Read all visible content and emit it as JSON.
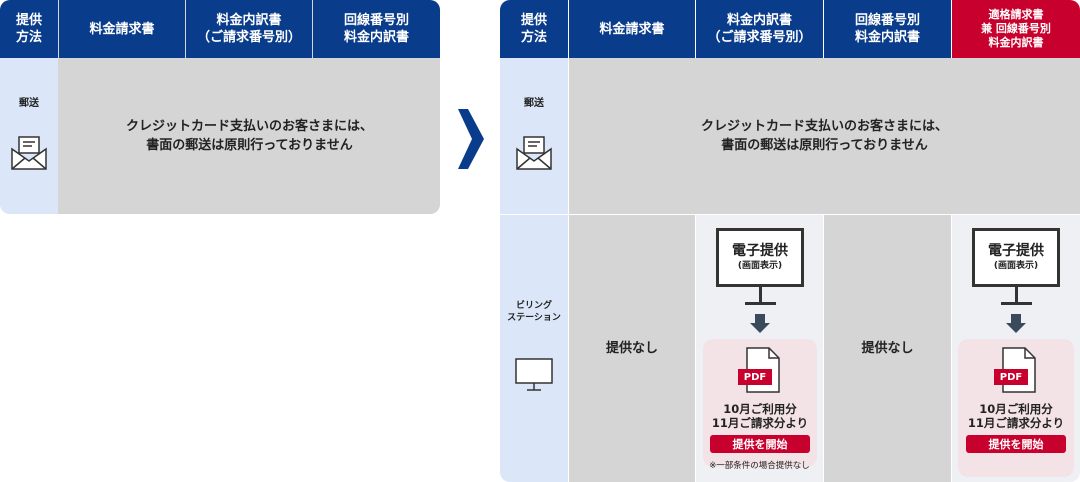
{
  "colors": {
    "header_blue": "#0a3c8c",
    "header_red": "#c8002d",
    "method_bg": "#dbe6f8",
    "gray_cell": "#d5d5d5",
    "pink_panel": "#f3e3e6",
    "arrow_blue": "#0a3c8c"
  },
  "left_table": {
    "headers": [
      "提供\n方法",
      "料金請求書",
      "料金内訳書\n（ご請求番号別）",
      "回線番号別\n料金内訳書"
    ],
    "rows": [
      {
        "method": "郵送",
        "icon": "envelope-icon",
        "message": "クレジットカード支払いのお客さまには、\n書面の郵送は原則行っておりません"
      }
    ]
  },
  "arrow": {
    "icon": "chevron-right-icon"
  },
  "right_table": {
    "headers": [
      "提供\n方法",
      "料金請求書",
      "料金内訳書\n（ご請求番号別）",
      "回線番号別\n料金内訳書",
      "適格請求書\n兼 回線番号別\n料金内訳書"
    ],
    "mail_row": {
      "method": "郵送",
      "icon": "envelope-icon",
      "message": "クレジットカード支払いのお客さまには、\n書面の郵送は原則行っておりません"
    },
    "billing_row": {
      "method": "ビリング\nステーション",
      "icon": "monitor-icon",
      "cells": [
        {
          "type": "text",
          "text": "提供なし"
        },
        {
          "type": "electronic",
          "title": "電子提供",
          "subtitle": "(画面表示)",
          "badge": "PDF",
          "usage": "10月ご利用分\n11月ご請求分より",
          "button": "提供を開始",
          "note": "※一部条件の場合提供なし"
        },
        {
          "type": "text",
          "text": "提供なし"
        },
        {
          "type": "electronic",
          "title": "電子提供",
          "subtitle": "(画面表示)",
          "badge": "PDF",
          "usage": "10月ご利用分\n11月ご請求分より",
          "button": "提供を開始",
          "note": ""
        }
      ]
    }
  }
}
